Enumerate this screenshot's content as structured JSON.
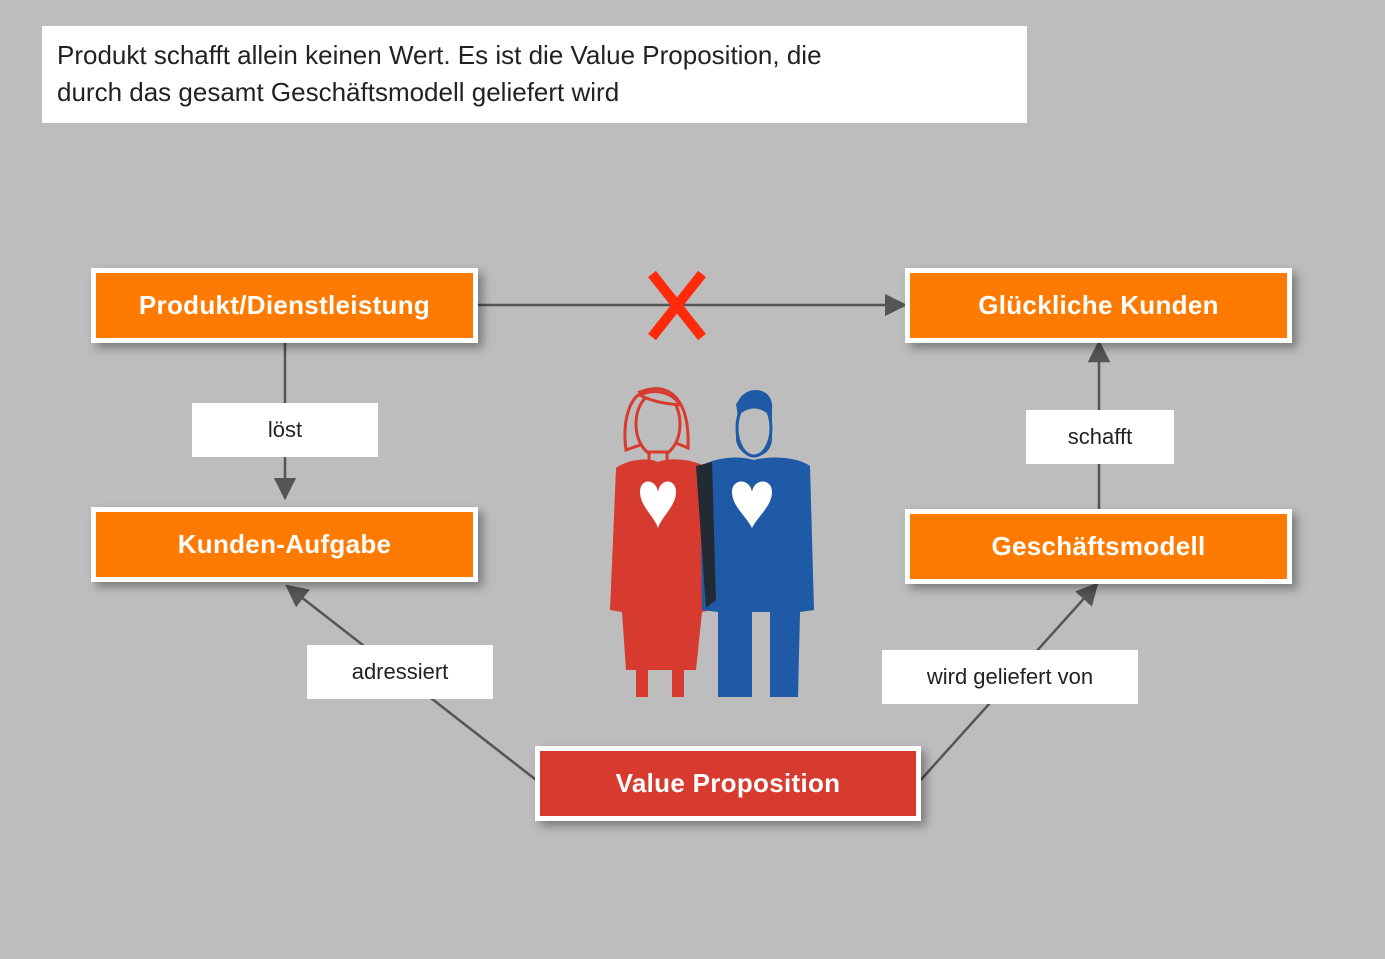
{
  "caption": {
    "line1": "Produkt schafft allein keinen Wert. Es ist die Value Proposition, die",
    "line2": "durch das gesamt Geschäftsmodell geliefert wird"
  },
  "nodes": {
    "product": "Produkt/Dienstleistung",
    "happy_customers": "Glückliche Kunden",
    "customer_job": "Kunden-Aufgabe",
    "business_model": "Geschäftsmodell",
    "value_proposition": "Value Proposition"
  },
  "edge_labels": {
    "solves": "löst",
    "creates": "schafft",
    "addresses": "adressiert",
    "delivered_by": "wird geliefert von"
  },
  "icons": {
    "blocked_link": "x-mark-icon",
    "center_figure": "couple-with-hearts-illustration"
  },
  "colors": {
    "background": "#bdbdbd",
    "orange_node": "#ff7a00",
    "red_node": "#d73a2e",
    "cross": "#ff2a0a",
    "man": "#1f5aa6",
    "woman": "#d73a2e",
    "arrow": "#555555"
  }
}
